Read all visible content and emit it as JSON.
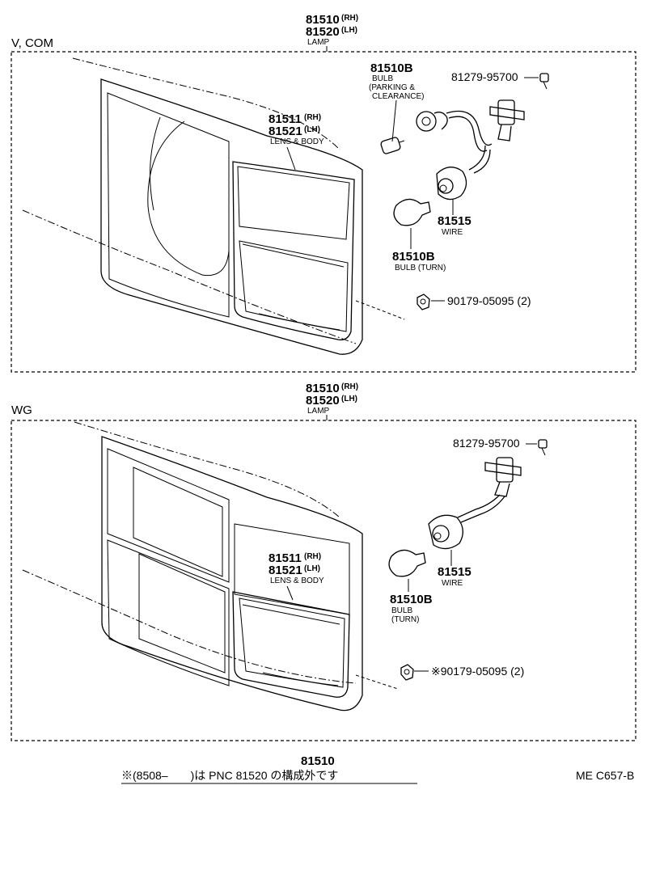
{
  "sections": [
    {
      "label": "V, COM",
      "lamp": {
        "rh": "81510",
        "rh_tag": "(RH)",
        "lh": "81520",
        "lh_tag": "(LH)",
        "name": "LAMP"
      },
      "lens": {
        "rh": "81511",
        "rh_tag": "(RH)",
        "lh": "81521",
        "lh_tag": "(LH)",
        "name": "LENS & BODY"
      },
      "bulb_parking": {
        "number": "81510B",
        "name1": "BULB",
        "name2": "(PARKING &",
        "name3": "CLEARANCE)"
      },
      "screw": {
        "number": "81279-95700"
      },
      "wire": {
        "number": "81515",
        "name": "WIRE"
      },
      "bulb_turn": {
        "number": "81510B",
        "name": "BULB (TURN)"
      },
      "nut": {
        "number": "90179-05095 (2)"
      }
    },
    {
      "label": "WG",
      "lamp": {
        "rh": "81510",
        "rh_tag": "(RH)",
        "lh": "81520",
        "lh_tag": "(LH)",
        "name": "LAMP"
      },
      "lens": {
        "rh": "81511",
        "rh_tag": "(RH)",
        "lh": "81521",
        "lh_tag": "(LH)",
        "name": "LENS & BODY"
      },
      "screw": {
        "number": "81279-95700"
      },
      "wire": {
        "number": "81515",
        "name": "WIRE"
      },
      "bulb_turn": {
        "number": "81510B",
        "name1": "BULB",
        "name2": "(TURN)"
      },
      "nut": {
        "number": "※90179-05095 (2)"
      }
    }
  ],
  "footnote": {
    "ref": "81510",
    "text": "※(8508–　　)は PNC 81520 の構成外です",
    "code": "ME C657-B"
  }
}
